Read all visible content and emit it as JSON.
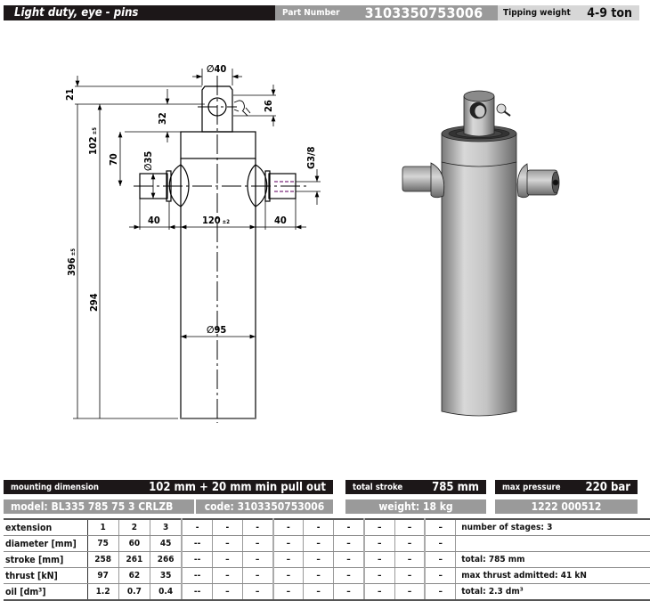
{
  "header": {
    "title": "Light duty, eye - pins",
    "part_number_label": "Part Number",
    "part_number": "3103350753006",
    "tipping_weight_label": "Tipping weight",
    "tipping_weight": "4-9 ton"
  },
  "drawing": {
    "dims": {
      "eye_diameter": "40",
      "top_offset": "21",
      "eye_to_body": "32",
      "eye_height": "26",
      "mount_height": "102",
      "mount_tol": "±5",
      "pin_offset": "70",
      "pin_diameter": "35",
      "port_thread": "G3/8",
      "pin_length_left": "40",
      "body_width": "120",
      "body_tol": "±2",
      "pin_length_right": "40",
      "total_length": "396",
      "total_tol": "±5",
      "lower_length": "294",
      "cylinder_diameter": "95"
    },
    "diameter_symbol": "∅"
  },
  "summary": {
    "mounting_label": "mounting dimension",
    "mounting_value": "102 mm + 20 mm min pull out",
    "stroke_label": "total stroke",
    "stroke_value": "785 mm",
    "pressure_label": "max pressure",
    "pressure_value": "220 bar",
    "model": "model: BL335 785 75 3 CRLZB",
    "code": "code: 3103350753006",
    "weight": "weight: 18 kg",
    "ref": "1222 000512"
  },
  "spec_table": {
    "rows": [
      {
        "label": "extension",
        "cells": [
          "1",
          "2",
          "3",
          "-",
          "-",
          "-",
          "-",
          "-",
          "-",
          "–",
          "–",
          "–"
        ],
        "note": "number of stages: 3"
      },
      {
        "label": "diameter [mm]",
        "cells": [
          "75",
          "60",
          "45",
          "--",
          "–",
          "–",
          "–",
          "–",
          "–",
          "–",
          "–",
          "–"
        ],
        "note": ""
      },
      {
        "label": "stroke [mm]",
        "cells": [
          "258",
          "261",
          "266",
          "--",
          "–",
          "–",
          "–",
          "–",
          "–",
          "–",
          "–",
          "–"
        ],
        "note": "total: 785 mm"
      },
      {
        "label": "thrust [kN]",
        "cells": [
          "97",
          "62",
          "35",
          "--",
          "–",
          "–",
          "–",
          "–",
          "–",
          "–",
          "–",
          "–"
        ],
        "note": "max thrust admitted: 41 kN"
      },
      {
        "label": "oil [dm³]",
        "cells": [
          "1.2",
          "0.7",
          "0.4",
          "--",
          "–",
          "–",
          "–",
          "–",
          "–",
          "–",
          "–",
          "–"
        ],
        "note": "total: 2.3 dm³"
      }
    ]
  }
}
